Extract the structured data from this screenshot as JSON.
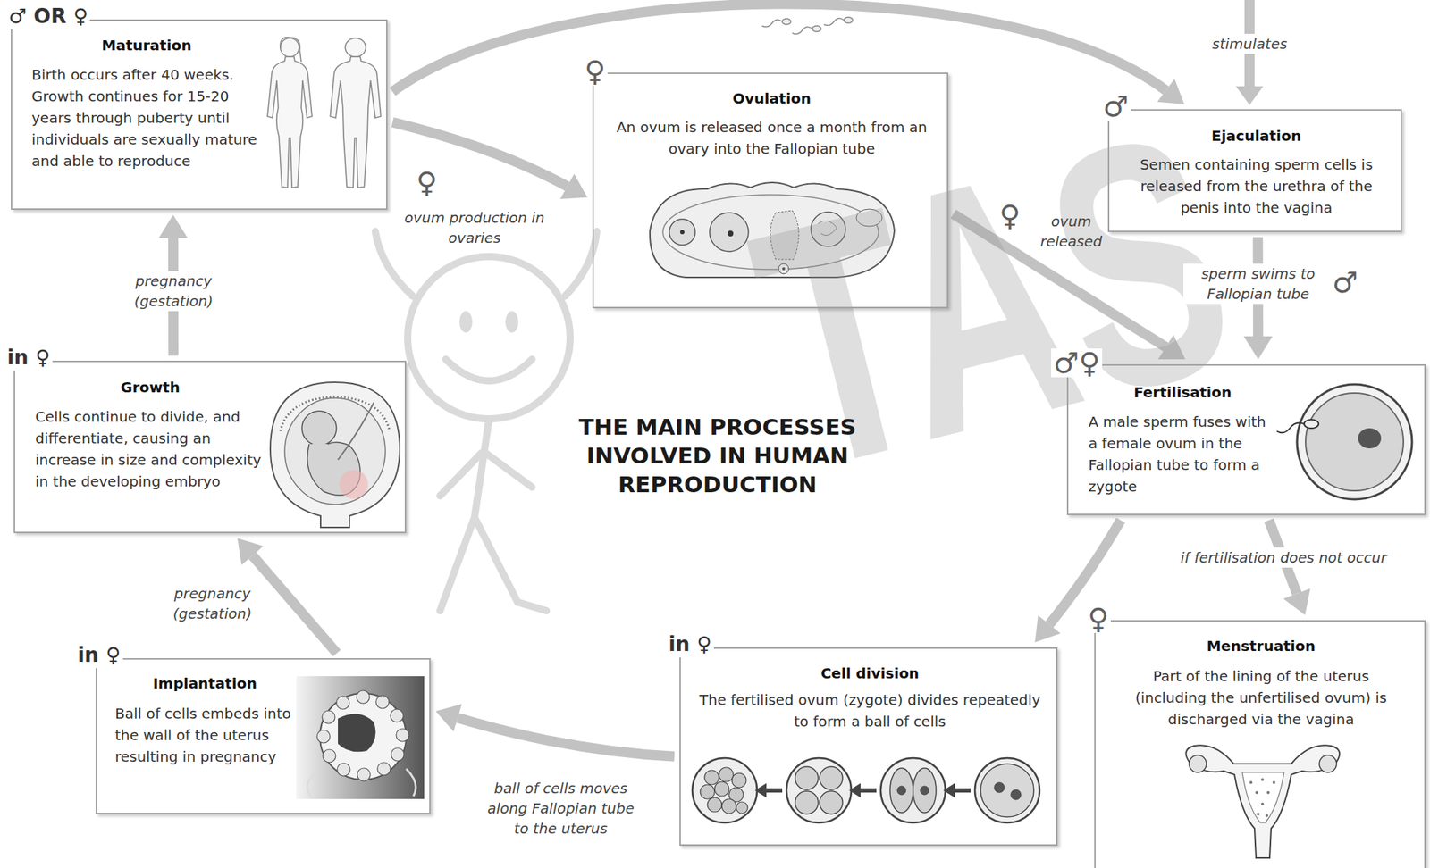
{
  "diagram": {
    "title": "THE MAIN PROCESSES INVOLVED IN HUMAN REPRODUCTION",
    "nodes": [
      {
        "text": [
          "♂ OR ♀",
          "Maturation",
          "Birth occurs after 40 weeks. Growth continues for 15-20 years through puberty until individuals are sexually mature and able to reproduce"
        ]
      },
      {
        "text": [
          "♀",
          "Ovulation",
          "An ovum is released once a month from an ovary into the Fallopian tube"
        ]
      },
      {
        "text": [
          "♂",
          "Ejaculation",
          "Semen containing sperm cells is released from the urethra of the penis into the vagina"
        ]
      },
      {
        "text": [
          "in ♀",
          "Growth",
          "Cells continue to divide, and differentiate, causing an increase in size and complexity in the developing embryo"
        ]
      },
      {
        "text": [
          "♂♀",
          "Fertilisation",
          "A male sperm fuses with a female ovum in the Fallopian tube to form a zygote"
        ]
      },
      {
        "text": [
          "in ♀",
          "Implantation",
          "Ball of cells embeds into the wall of the uterus resulting in pregnancy"
        ]
      },
      {
        "text": [
          "in ♀",
          "Cell division",
          "The fertilised ovum (zygote) divides repeatedly to form a ball of cells"
        ]
      },
      {
        "text": [
          "♀",
          "Menstruation",
          "Part of the lining of the uterus (including the unfertilised ovum) is discharged via the vagina"
        ]
      }
    ],
    "edges": [
      {
        "from": 0,
        "to": 1,
        "label": "ovum production in ovaries",
        "arrow": "to"
      },
      {
        "from": 0,
        "to": 2,
        "arrow": "to"
      },
      {
        "from": 1,
        "to": 4,
        "label": "ovum released",
        "arrow": "to"
      },
      {
        "from": 2,
        "to": 4,
        "label": "sperm swims to Fallopian tube",
        "arrow": "to"
      },
      {
        "from": 4,
        "to": 6,
        "arrow": "to"
      },
      {
        "from": 4,
        "to": 7,
        "label": "if fertilisation does not occur",
        "arrow": "to"
      },
      {
        "from": 6,
        "to": 5,
        "label": "ball of cells moves along Fallopian tube to the uterus",
        "arrow": "to"
      },
      {
        "from": 5,
        "to": 3,
        "label": "pregnancy (gestation)",
        "arrow": "to"
      },
      {
        "from": 3,
        "to": 0,
        "label": "pregnancy (gestation)",
        "arrow": "to"
      }
    ],
    "labels": [
      "stimulates",
      "♀",
      "♀",
      "♂",
      "TAS"
    ]
  }
}
